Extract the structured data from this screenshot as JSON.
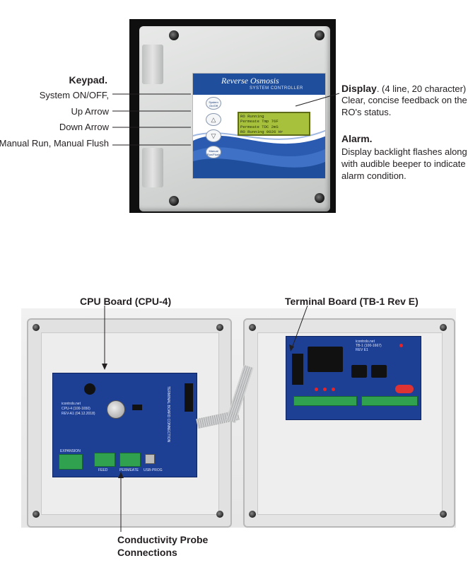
{
  "top_section": {
    "keypad_heading": "Keypad.",
    "keypad_items": [
      "System ON/OFF,",
      "Up Arrow",
      "Down Arrow",
      "Manual Run, Manual Flush"
    ],
    "display": {
      "heading": "Display",
      "spec": ". (4 line, 20 character)",
      "desc_lines": [
        "Clear, concise feedback on the",
        "RO's status."
      ]
    },
    "alarm": {
      "heading": "Alarm.",
      "desc_lines": [
        "Display backlight flashes along",
        "with audible beeper to indicate",
        "alarm condition."
      ]
    },
    "device_label": {
      "title": "Reverse Osmosis",
      "subtitle": "SYSTEM CONTROLLER"
    },
    "lcd_lines": [
      "RO Running",
      "Permeate Tmp  76F",
      "Permeate TDC    2mS",
      "RO Running  0026 Hr"
    ],
    "keys": {
      "system_key": "System On/Off",
      "manual_key": "Manual Run/Flush"
    }
  },
  "bottom_section": {
    "cpu_board_label": "CPU Board (CPU-4)",
    "terminal_board_label": "Terminal Board (TB-1 Rev E)",
    "probe_label_lines": [
      "Conductivity Probe",
      "Connections"
    ],
    "cpu_silk": [
      "icontrols.net",
      "CPU-4 (100-1650)",
      "REV-A1 (04.12.2018)"
    ],
    "tb_silk": [
      "icontrols.net",
      "TB-1 (100-1667)",
      "REV E1"
    ],
    "cpu_side_silk": "TERMINAL BOARD CONNECTION",
    "cpu_bottom_silk": [
      "EXPANSION",
      "FEED",
      "PERMEATE",
      "USB-PROG"
    ]
  },
  "colors": {
    "pcb_blue": "#1d3f94",
    "label_blue": "#1f4e9c",
    "lcd_green": "#a8c13c",
    "text": "#231f20"
  }
}
